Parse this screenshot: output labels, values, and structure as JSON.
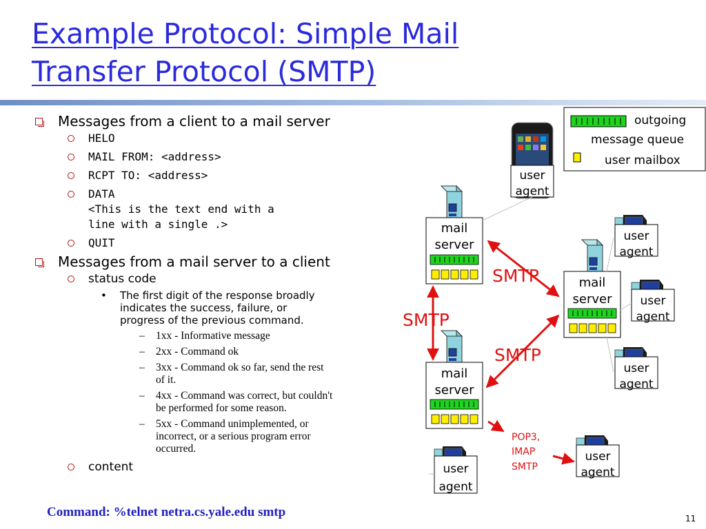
{
  "slide": {
    "title_line1": "Example Protocol: Simple Mail",
    "title_line2": "Transfer  Protocol (SMTP)",
    "page_number": "11",
    "footer_command": "Command: %telnet netra.cs.yale.edu smtp",
    "accent_color": "#2a2adc",
    "bullet_color": "#b01010"
  },
  "body": {
    "b1": "Messages from a client to a mail server",
    "b1_items": [
      "HELO",
      "MAIL FROM: <address>",
      "RCPT TO: <address>",
      "DATA",
      "<This is the text end with a",
      "line with a single .>",
      "QUIT"
    ],
    "b2": "Messages from a mail server to a client",
    "b2_status": "status code",
    "b2_first_digit": [
      "The first digit of the response broadly",
      "indicates the success, failure, or",
      "progress of the previous command."
    ],
    "b2_codes": [
      [
        "1xx - Informative message"
      ],
      [
        "2xx - Command ok"
      ],
      [
        "3xx - Command ok so far, send the rest",
        "of it."
      ],
      [
        "4xx - Command was correct, but couldn't",
        "be performed for some reason."
      ],
      [
        "5xx - Command unimplemented, or",
        "incorrect, or a serious program error",
        "occurred."
      ]
    ],
    "b2_content": "content"
  },
  "diagram": {
    "legend_outgoing": "outgoing",
    "legend_queue": "message queue",
    "legend_mailbox": "user mailbox",
    "mail_server_l1": "mail",
    "mail_server_l2": "server",
    "user_agent_l1": "user",
    "user_agent_l2": "agent",
    "smtp": "SMTP",
    "pop3": "POP3,",
    "imap": "IMAP",
    "smtp_small": "SMTP",
    "arrow_color": "#e01010",
    "queue_color": "#1fd41f",
    "mailbox_color": "#ffee00",
    "icons": [
      "phone-icon",
      "server-icon",
      "computer-icon"
    ]
  }
}
